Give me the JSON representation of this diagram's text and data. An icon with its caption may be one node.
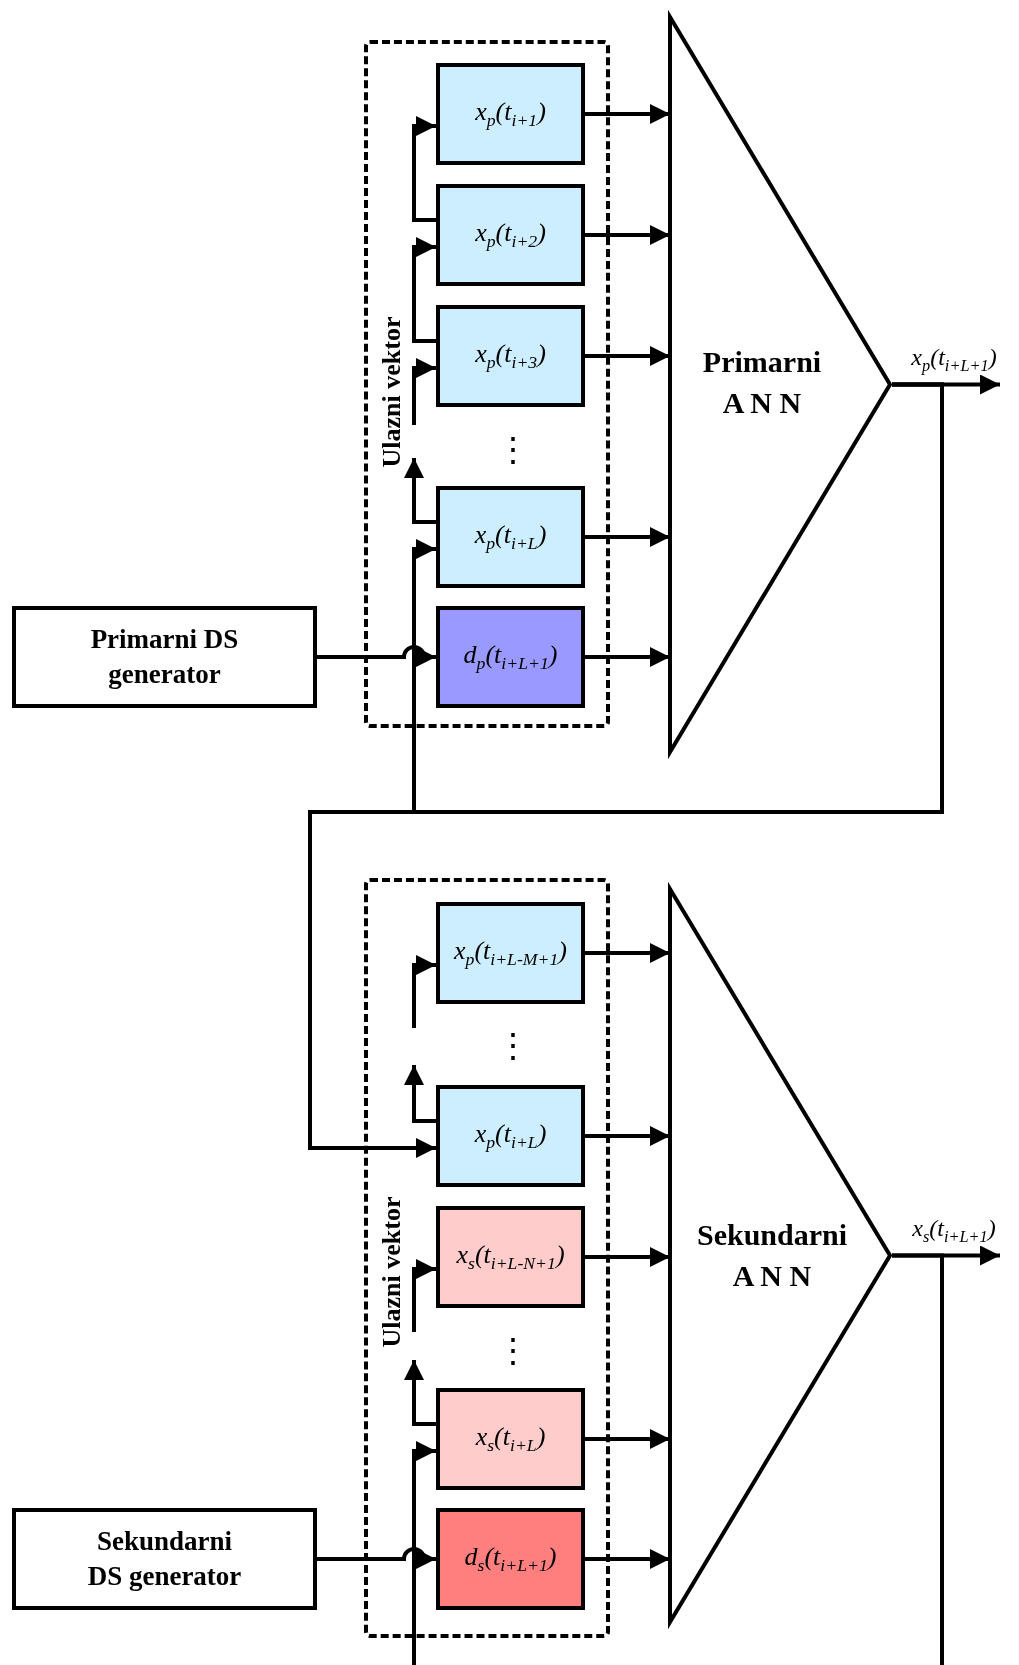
{
  "diagram": {
    "nodes": [
      {
        "text": [
          "Ulazni vektor"
        ]
      },
      {
        "text": [
          "x$_{p}$(t$_{i+1}$)"
        ],
        "in": 0
      },
      {
        "text": [
          "x$_{p}$(t$_{i+2}$)"
        ],
        "in": 0
      },
      {
        "text": [
          "x$_{p}$(t$_{i+3}$)"
        ],
        "in": 0
      },
      {
        "text": [
          "x$_{p}$(t$_{i+L}$)"
        ],
        "in": 0
      },
      {
        "text": [
          "d$_{p}$(t$_{i+L+1}$)"
        ],
        "in": 0
      },
      {
        "text": [
          "Primarni A N N"
        ]
      },
      {
        "text": [
          "Primarni DS generator"
        ]
      },
      {
        "text": [
          "Ulazni vektor"
        ]
      },
      {
        "text": [
          "x$_{p}$(t$_{i+L-M+1}$)"
        ],
        "in": 8
      },
      {
        "text": [
          "x$_{p}$(t$_{i+L}$)"
        ],
        "in": 8
      },
      {
        "text": [
          "x$_{s}$(t$_{i+L-N+1}$)"
        ],
        "in": 8
      },
      {
        "text": [
          "x$_{s}$(t$_{i+L}$)"
        ],
        "in": 8
      },
      {
        "text": [
          "d$_{s}$(t$_{i+L+1}$)"
        ],
        "in": 8
      },
      {
        "text": [
          "Sekundarni A N N"
        ]
      },
      {
        "text": [
          "Sekundarni DS generator"
        ]
      }
    ],
    "edges": [
      {
        "from": 1,
        "to": 6,
        "arrow": "to"
      },
      {
        "from": 2,
        "to": 6,
        "arrow": "to"
      },
      {
        "from": 3,
        "to": 6,
        "arrow": "to"
      },
      {
        "from": 4,
        "to": 6,
        "arrow": "to"
      },
      {
        "from": 5,
        "to": 6,
        "arrow": "to"
      },
      {
        "from": 2,
        "to": 1,
        "arrow": "to"
      },
      {
        "from": 3,
        "to": 2,
        "arrow": "to"
      },
      {
        "from": null,
        "to": 3,
        "arrow": "to"
      },
      {
        "from": 4,
        "to": null,
        "arrow": "to"
      },
      {
        "from": 7,
        "to": 5,
        "arrow": "to"
      },
      {
        "from": 6,
        "to": null,
        "arrow": "to",
        "label": "x$_{p}$(t$_{i+L+1}$)"
      },
      {
        "from": 6,
        "to": 4,
        "arrow": "to"
      },
      {
        "from": 6,
        "to": 10,
        "arrow": "to"
      },
      {
        "from": 9,
        "to": 14,
        "arrow": "to"
      },
      {
        "from": 10,
        "to": 14,
        "arrow": "to"
      },
      {
        "from": 11,
        "to": 14,
        "arrow": "to"
      },
      {
        "from": 12,
        "to": 14,
        "arrow": "to"
      },
      {
        "from": 13,
        "to": 14,
        "arrow": "to"
      },
      {
        "from": null,
        "to": 9,
        "arrow": "to"
      },
      {
        "from": 10,
        "to": null,
        "arrow": "to"
      },
      {
        "from": null,
        "to": 11,
        "arrow": "to"
      },
      {
        "from": 12,
        "to": null,
        "arrow": "to"
      },
      {
        "from": null,
        "to": 12,
        "arrow": "to"
      },
      {
        "from": 15,
        "to": 13,
        "arrow": "to"
      },
      {
        "from": 14,
        "to": null,
        "arrow": "to",
        "label": "x$_{s}$(t$_{i+L+1}$)"
      },
      {
        "from": 14,
        "to": null,
        "arrow": "none"
      }
    ],
    "labels": [
      "⋮",
      "⋮",
      "⋮"
    ]
  }
}
